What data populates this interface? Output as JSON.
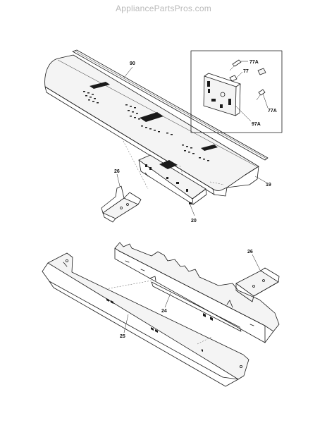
{
  "header": {
    "watermark": "AppliancePartsPros.com"
  },
  "callouts": {
    "part_90": "90",
    "part_77A_top": "77A",
    "part_77": "77",
    "part_77A_right": "77A",
    "part_97A": "97A",
    "part_19": "19",
    "part_26_left": "26",
    "part_20": "20",
    "part_26_right": "26",
    "part_24": "24",
    "part_25": "25"
  }
}
